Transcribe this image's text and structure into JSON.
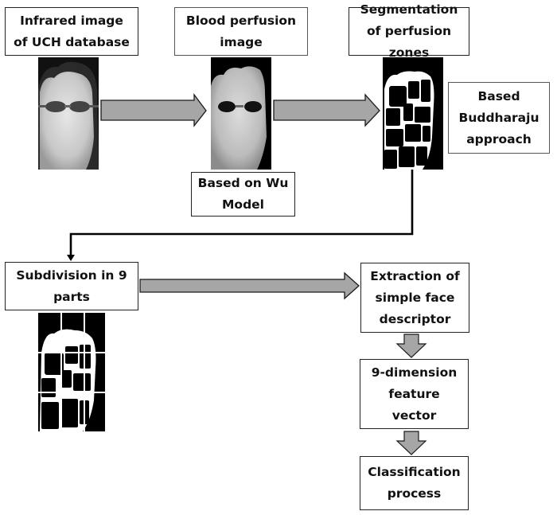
{
  "boxes": {
    "infrared": "Infrared image of UCH database",
    "blood_perfusion": "Blood perfusion image",
    "segmentation": "Segmentation of perfusion zones",
    "buddharaju": "Based Buddharaju approach",
    "wu_model": "Based on Wu Model",
    "subdivision": "Subdivision in 9 parts",
    "extraction": "Extraction of simple face descriptor",
    "feature_vector": "9-dimension feature vector",
    "classification": "Classification process"
  },
  "images": {
    "infrared": "infrared-face-image",
    "blood_perfusion": "blood-perfusion-face-image",
    "segmentation": "segmented-perfusion-zones-image",
    "subdivision": "subdivided-9-parts-image"
  },
  "colors": {
    "arrow_fill": "#a6a6a6",
    "arrow_stroke": "#1a1a1a",
    "connector": "#000000"
  }
}
